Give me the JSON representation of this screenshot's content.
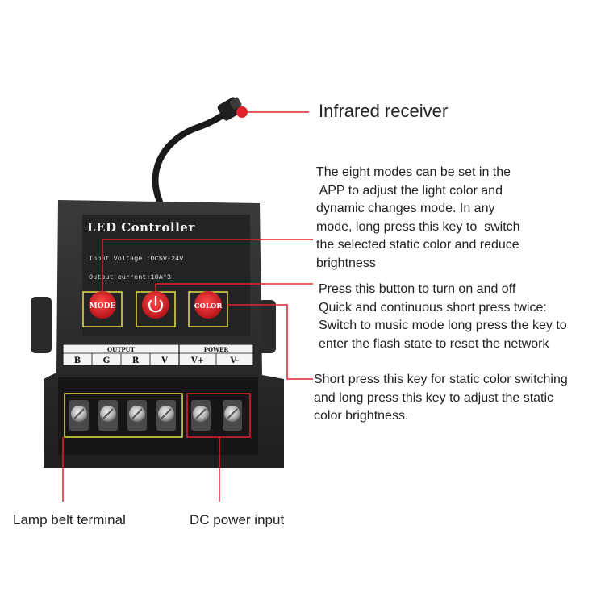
{
  "device": {
    "title": "LED Controller",
    "input_voltage": "Input Voltage :DC5V-24V",
    "output_current": "Output current:10A*3",
    "buttons": {
      "mode": "MODE",
      "color": "COLOR"
    },
    "output_header": "OUTPUT",
    "power_header": "POWER",
    "output_terminals": [
      "B",
      "G",
      "R",
      "V"
    ],
    "power_terminals": [
      "V+",
      "V-"
    ]
  },
  "callouts": {
    "infrared": "Infrared receiver",
    "mode": [
      "The eight modes can be set in the",
      " APP to adjust the light color and",
      "dynamic changes mode. In any",
      "mode, long press this key to  switch",
      "the selected static color and reduce",
      "brightness"
    ],
    "power": [
      "Press this button to turn on and off",
      "Quick and continuous short press twice:",
      "Switch to music mode long press the key to",
      "enter the flash state to reset the network"
    ],
    "color": [
      "Short press this key for static color switching",
      "and long press this key to adjust the static",
      "color brightness."
    ],
    "lamp_terminal": "Lamp belt terminal",
    "dc_input": "DC power input"
  },
  "colors": {
    "callout_red": "#e0242b",
    "body_dark": "#2b2b2b",
    "button_red": "#d91f26",
    "highlight_yellow": "#e8e04a"
  }
}
